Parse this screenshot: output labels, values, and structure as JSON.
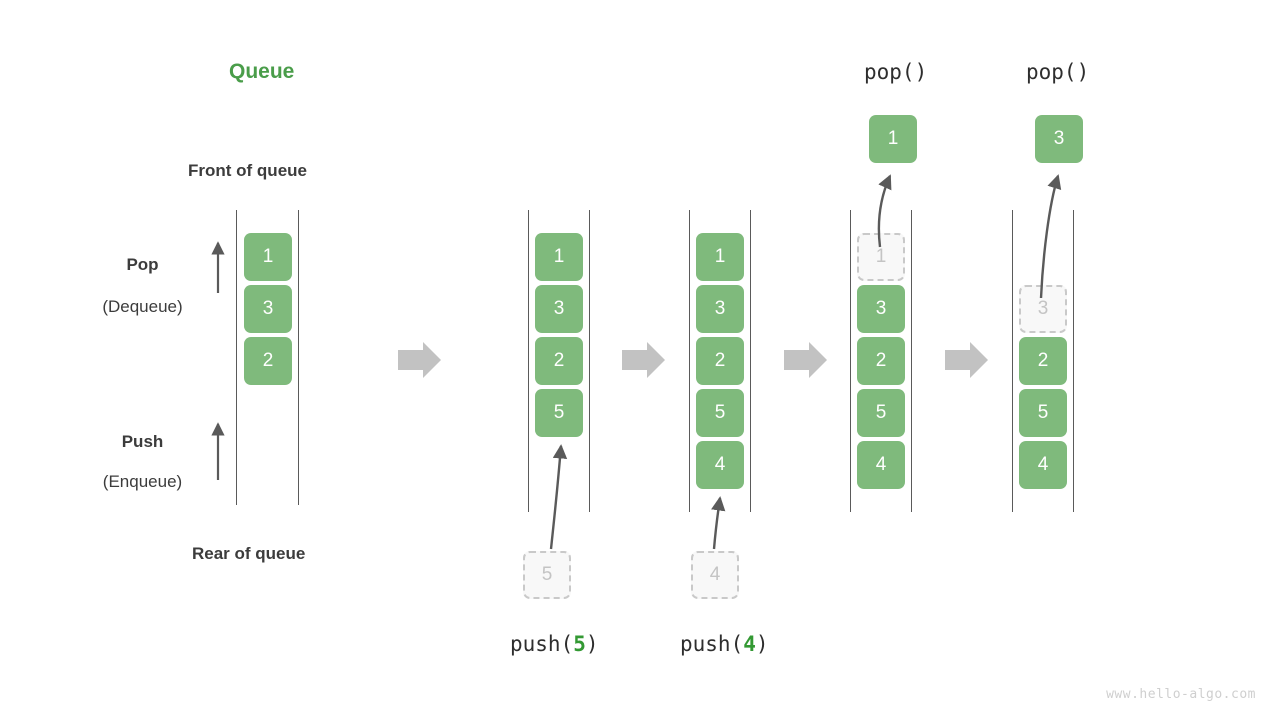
{
  "title": "Queue",
  "labels": {
    "front": "Front of queue",
    "rear": "Rear of queue",
    "pop": "Pop",
    "pop_sub": "(Dequeue)",
    "push": "Push",
    "push_sub": "(Enqueue)"
  },
  "colors": {
    "element": "#7fba7c",
    "title": "#4a9d4a",
    "accent_number": "#339933",
    "ghost_fill": "#f8f8f8",
    "ghost_border": "#c9c9c9",
    "rail": "#5a5a5a",
    "arrow_block": "#c2c2c2",
    "text": "#3c3c3c",
    "watermark": "#cfcfcf"
  },
  "captions": {
    "push5_pre": "push(",
    "push5_val": "5",
    "push5_post": ")",
    "push4_pre": "push(",
    "push4_val": "4",
    "push4_post": ")",
    "pop1": "pop()",
    "pop2": "pop()"
  },
  "columns": [
    {
      "name": "initial",
      "items": [
        "1",
        "3",
        "2"
      ]
    },
    {
      "name": "after-push-5",
      "items": [
        "1",
        "3",
        "2",
        "5"
      ]
    },
    {
      "name": "after-push-4",
      "items": [
        "1",
        "3",
        "2",
        "5",
        "4"
      ]
    },
    {
      "name": "pop-1",
      "items": [
        "1",
        "3",
        "2",
        "5",
        "4"
      ]
    },
    {
      "name": "pop-3",
      "items": [
        "3",
        "2",
        "5",
        "4"
      ]
    }
  ],
  "boxes": {
    "c1": [
      "1",
      "3",
      "2"
    ],
    "c2": [
      "1",
      "3",
      "2",
      "5"
    ],
    "c3": [
      "1",
      "3",
      "2",
      "5",
      "4"
    ],
    "c4_ghost": "1",
    "c4": [
      "3",
      "2",
      "5",
      "4"
    ],
    "c5_ghost": "3",
    "c5": [
      "2",
      "5",
      "4"
    ],
    "incoming5": "5",
    "incoming4": "4",
    "popped1": "1",
    "popped3": "3"
  },
  "watermark": "www.hello-algo.com"
}
